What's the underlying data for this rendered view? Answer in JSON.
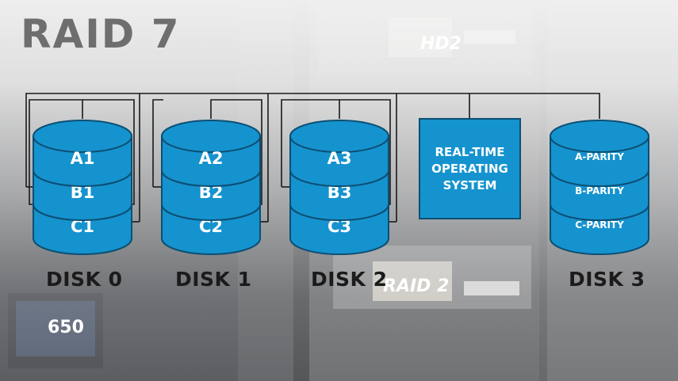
{
  "title": "RAID 7",
  "colors": {
    "disk_fill": "#1593cf",
    "disk_edge": "#0c4f73",
    "wire": "#1a1a1a"
  },
  "disks": [
    {
      "label": "DISK 0",
      "segments": [
        "A1",
        "B1",
        "C1"
      ]
    },
    {
      "label": "DISK 1",
      "segments": [
        "A2",
        "B2",
        "C2"
      ]
    },
    {
      "label": "DISK 2",
      "segments": [
        "A3",
        "B3",
        "C3"
      ]
    },
    {
      "label": "DISK 3",
      "segments": [
        "A-PARITY",
        "B-PARITY",
        "C-PARITY"
      ]
    }
  ],
  "controller": {
    "lines": [
      "REAL-TIME",
      "OPERATING",
      "SYSTEM"
    ]
  },
  "background_labels": {
    "drive_top": "HD2",
    "drive_bottom": "RAID 2",
    "psu": "650"
  }
}
